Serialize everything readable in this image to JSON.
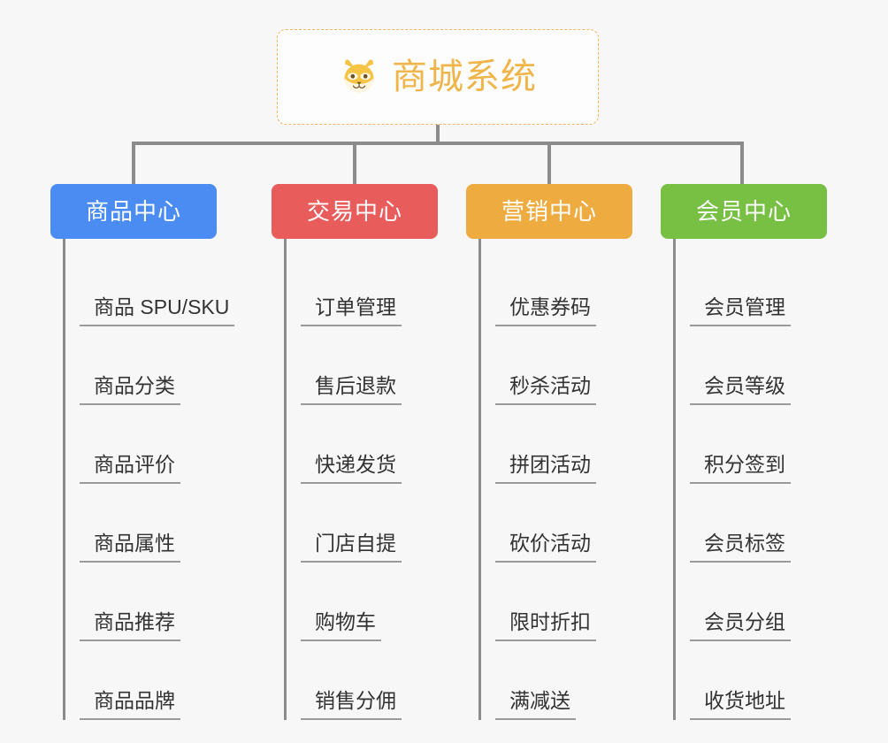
{
  "root": {
    "title": "商城系统",
    "icon": "shiba-dog-face-icon",
    "border_color": "#efb55c",
    "text_color": "#f0b54a",
    "background": "#fdfdfd"
  },
  "canvas": {
    "background": "#f7f7f7",
    "connector_color": "#8b8b8b"
  },
  "categories": [
    {
      "label": "商品中心",
      "color": "#4a8cf2",
      "items": [
        "商品 SPU/SKU",
        "商品分类",
        "商品评价",
        "商品属性",
        "商品推荐",
        "商品品牌"
      ]
    },
    {
      "label": "交易中心",
      "color": "#e95c5c",
      "items": [
        "订单管理",
        "售后退款",
        "快递发货",
        "门店自提",
        "购物车",
        "销售分佣"
      ]
    },
    {
      "label": "营销中心",
      "color": "#eeac40",
      "items": [
        "优惠券码",
        "秒杀活动",
        "拼团活动",
        "砍价活动",
        "限时折扣",
        "满减送"
      ]
    },
    {
      "label": "会员中心",
      "color": "#78c043",
      "items": [
        "会员管理",
        "会员等级",
        "积分签到",
        "会员标签",
        "会员分组",
        "收货地址"
      ]
    }
  ]
}
